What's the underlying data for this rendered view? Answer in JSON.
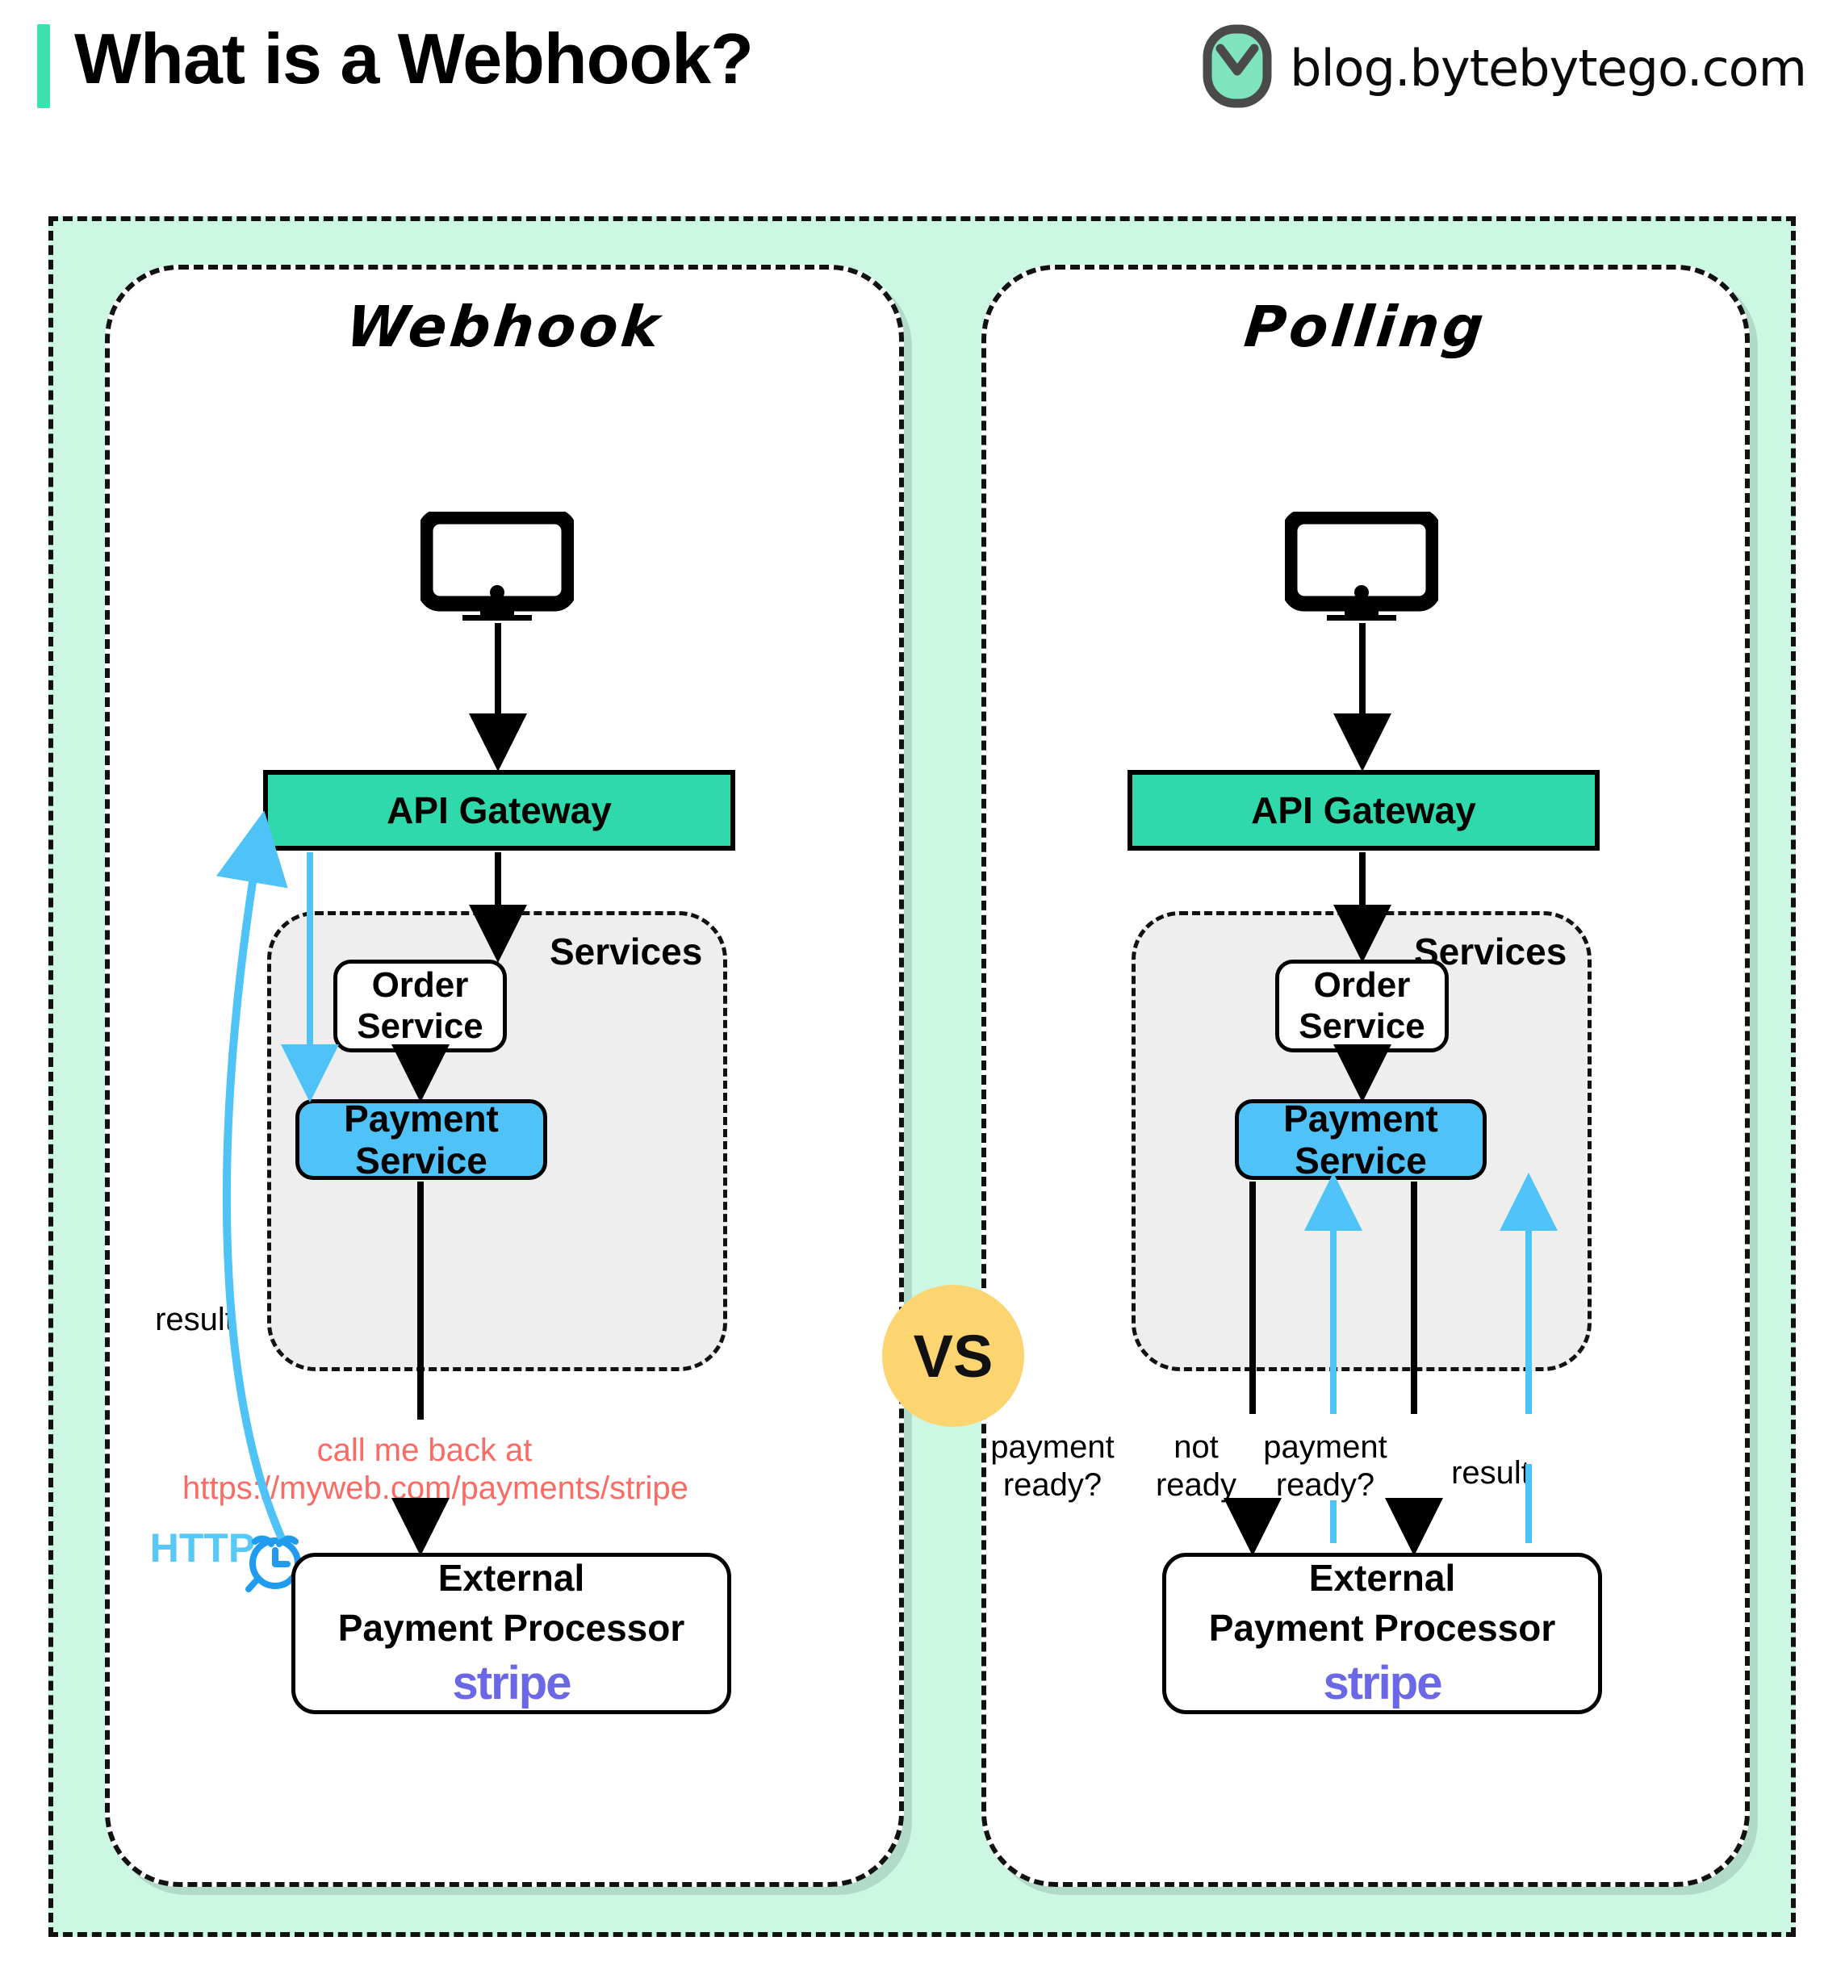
{
  "header": {
    "title": "What is a Webhook?",
    "brand": "blog.bytebytego.com",
    "accent_color": "#3ee0b0",
    "logo_icon": "bytebytego-logo-icon"
  },
  "canvas": {
    "background_color": "#ccf7e3",
    "vs_badge": {
      "label": "VS",
      "color": "#fcd470"
    }
  },
  "panels": [
    {
      "id": "webhook",
      "title": "Webhook",
      "client_icon": "desktop-monitor-icon",
      "gateway": {
        "label": "API Gateway",
        "color": "#2fd9ab"
      },
      "services": {
        "label": "Services",
        "order_service": "Order\nService",
        "order_service_line1": "Order",
        "order_service_line2": "Service",
        "payment_service": "Payment Service",
        "payment_service_color": "#4fc3f7"
      },
      "processor": {
        "line1": "External",
        "line2": "Payment Processor",
        "logo": "stripe",
        "logo_color": "#6b68e8"
      },
      "annotations": {
        "callback_line1": "call me back at",
        "callback_line2": "https://myweb.com/payments/stripe",
        "callback_color": "#fb6a63",
        "result": "result",
        "http": "HTTP",
        "http_color": "#57c8f7",
        "clock_icon": "alarm-clock-icon",
        "clock_color": "#1f9bf0"
      }
    },
    {
      "id": "polling",
      "title": "Polling",
      "client_icon": "desktop-monitor-icon",
      "gateway": {
        "label": "API Gateway",
        "color": "#2fd9ab"
      },
      "services": {
        "label": "Services",
        "order_service_line1": "Order",
        "order_service_line2": "Service",
        "payment_service": "Payment Service",
        "payment_service_color": "#4fc3f7"
      },
      "processor": {
        "line1": "External",
        "line2": "Payment Processor",
        "logo": "stripe",
        "logo_color": "#6b68e8"
      },
      "annotations": {
        "poll1_line1": "payment",
        "poll1_line2": "ready?",
        "reply1_line1": "not",
        "reply1_line2": "ready",
        "poll2_line1": "payment",
        "poll2_line2": "ready?",
        "result": "result",
        "arrow_request_color": "#000000",
        "arrow_response_color": "#4fc3f7"
      }
    }
  ]
}
